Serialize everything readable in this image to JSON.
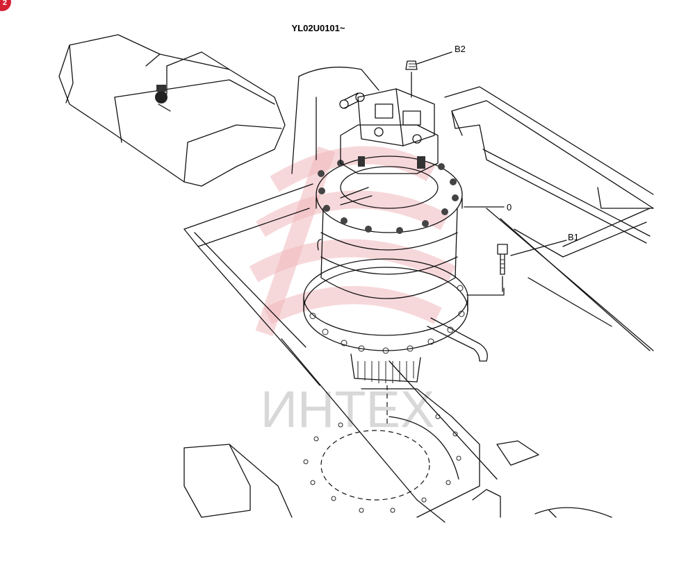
{
  "badge": {
    "text": "2",
    "color": "#d62133"
  },
  "diagram": {
    "title": "YL02U0101~",
    "callouts": {
      "b2": "B2",
      "main": "0",
      "b1": "B1"
    },
    "watermark": {
      "text": "ИНТЕХ",
      "color": "#f0b8bc"
    }
  }
}
